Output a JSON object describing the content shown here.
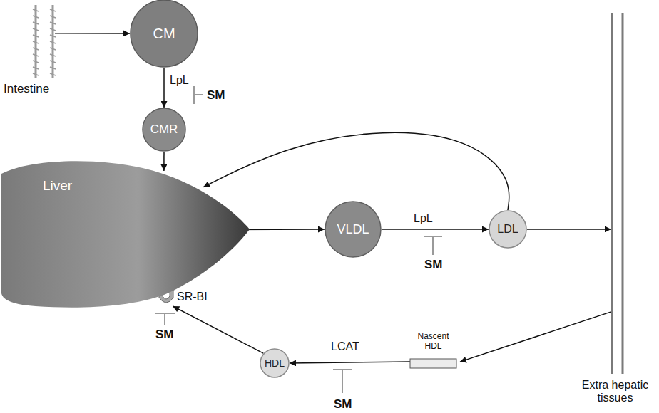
{
  "diagram": {
    "nodes": [
      {
        "text": [
          "Intestine"
        ]
      },
      {
        "text": [
          "CM"
        ]
      },
      {
        "text": [
          "CMR"
        ]
      },
      {
        "text": [
          "Liver"
        ]
      },
      {
        "text": [
          "SR-BI"
        ],
        "in": 3
      },
      {
        "text": [
          "VLDL"
        ]
      },
      {
        "text": [
          "LDL"
        ]
      },
      {
        "text": [
          "Extra hepatic tissues"
        ]
      },
      {
        "text": [
          "Nascent HDL"
        ]
      },
      {
        "text": [
          "HDL"
        ]
      }
    ],
    "edges": [
      {
        "from": 0,
        "to": 1,
        "arrow": "to"
      },
      {
        "from": 1,
        "to": 2,
        "label": "LpL",
        "arrow": "to"
      },
      {
        "from": 2,
        "to": 3,
        "arrow": "to"
      },
      {
        "from": 3,
        "to": 5,
        "arrow": "to"
      },
      {
        "from": 5,
        "to": 6,
        "label": "LpL",
        "arrow": "to"
      },
      {
        "from": 6,
        "to": 3,
        "arrow": "to"
      },
      {
        "from": 6,
        "to": 7,
        "arrow": "to"
      },
      {
        "from": 7,
        "to": 8,
        "arrow": "to"
      },
      {
        "from": 8,
        "to": 9,
        "label": "LCAT",
        "arrow": "to"
      },
      {
        "from": 9,
        "to": 4,
        "arrow": "to"
      }
    ],
    "labels": [
      "SM",
      "SM",
      "SM",
      "SM"
    ]
  }
}
